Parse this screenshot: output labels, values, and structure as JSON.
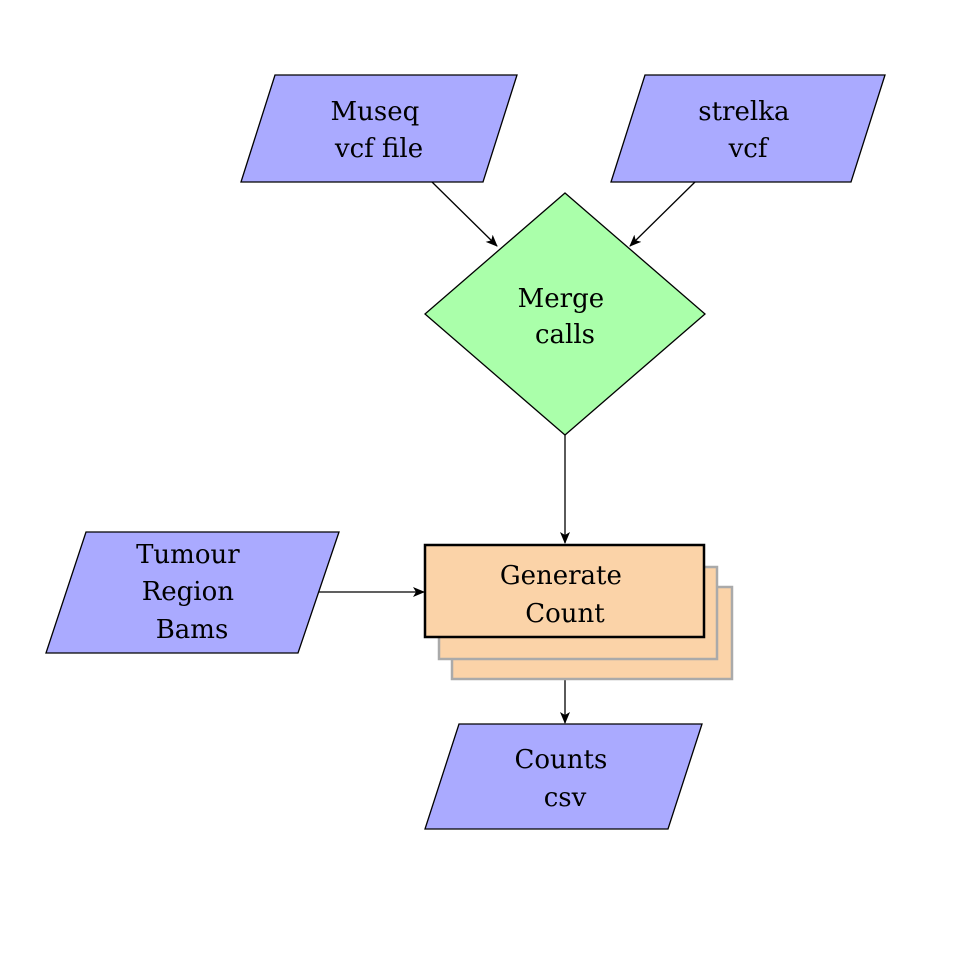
{
  "colors": {
    "io_fill": "#aaaaff",
    "decision_fill": "#aaffaa",
    "process_fill": "#fbd3a8",
    "process_shadow_stroke": "#aaaaaa",
    "stroke": "#000000"
  },
  "nodes": {
    "museq": {
      "line1": "Museq",
      "line2": "vcf file"
    },
    "strelka": {
      "line1": "strelka",
      "line2": "vcf"
    },
    "merge": {
      "line1": "Merge",
      "line2": "calls"
    },
    "generate": {
      "line1": "Generate",
      "line2": "Count"
    },
    "tumour": {
      "line1": "Tumour",
      "line2": "Region",
      "line3": "Bams"
    },
    "counts": {
      "line1": "Counts",
      "line2": "csv"
    }
  }
}
